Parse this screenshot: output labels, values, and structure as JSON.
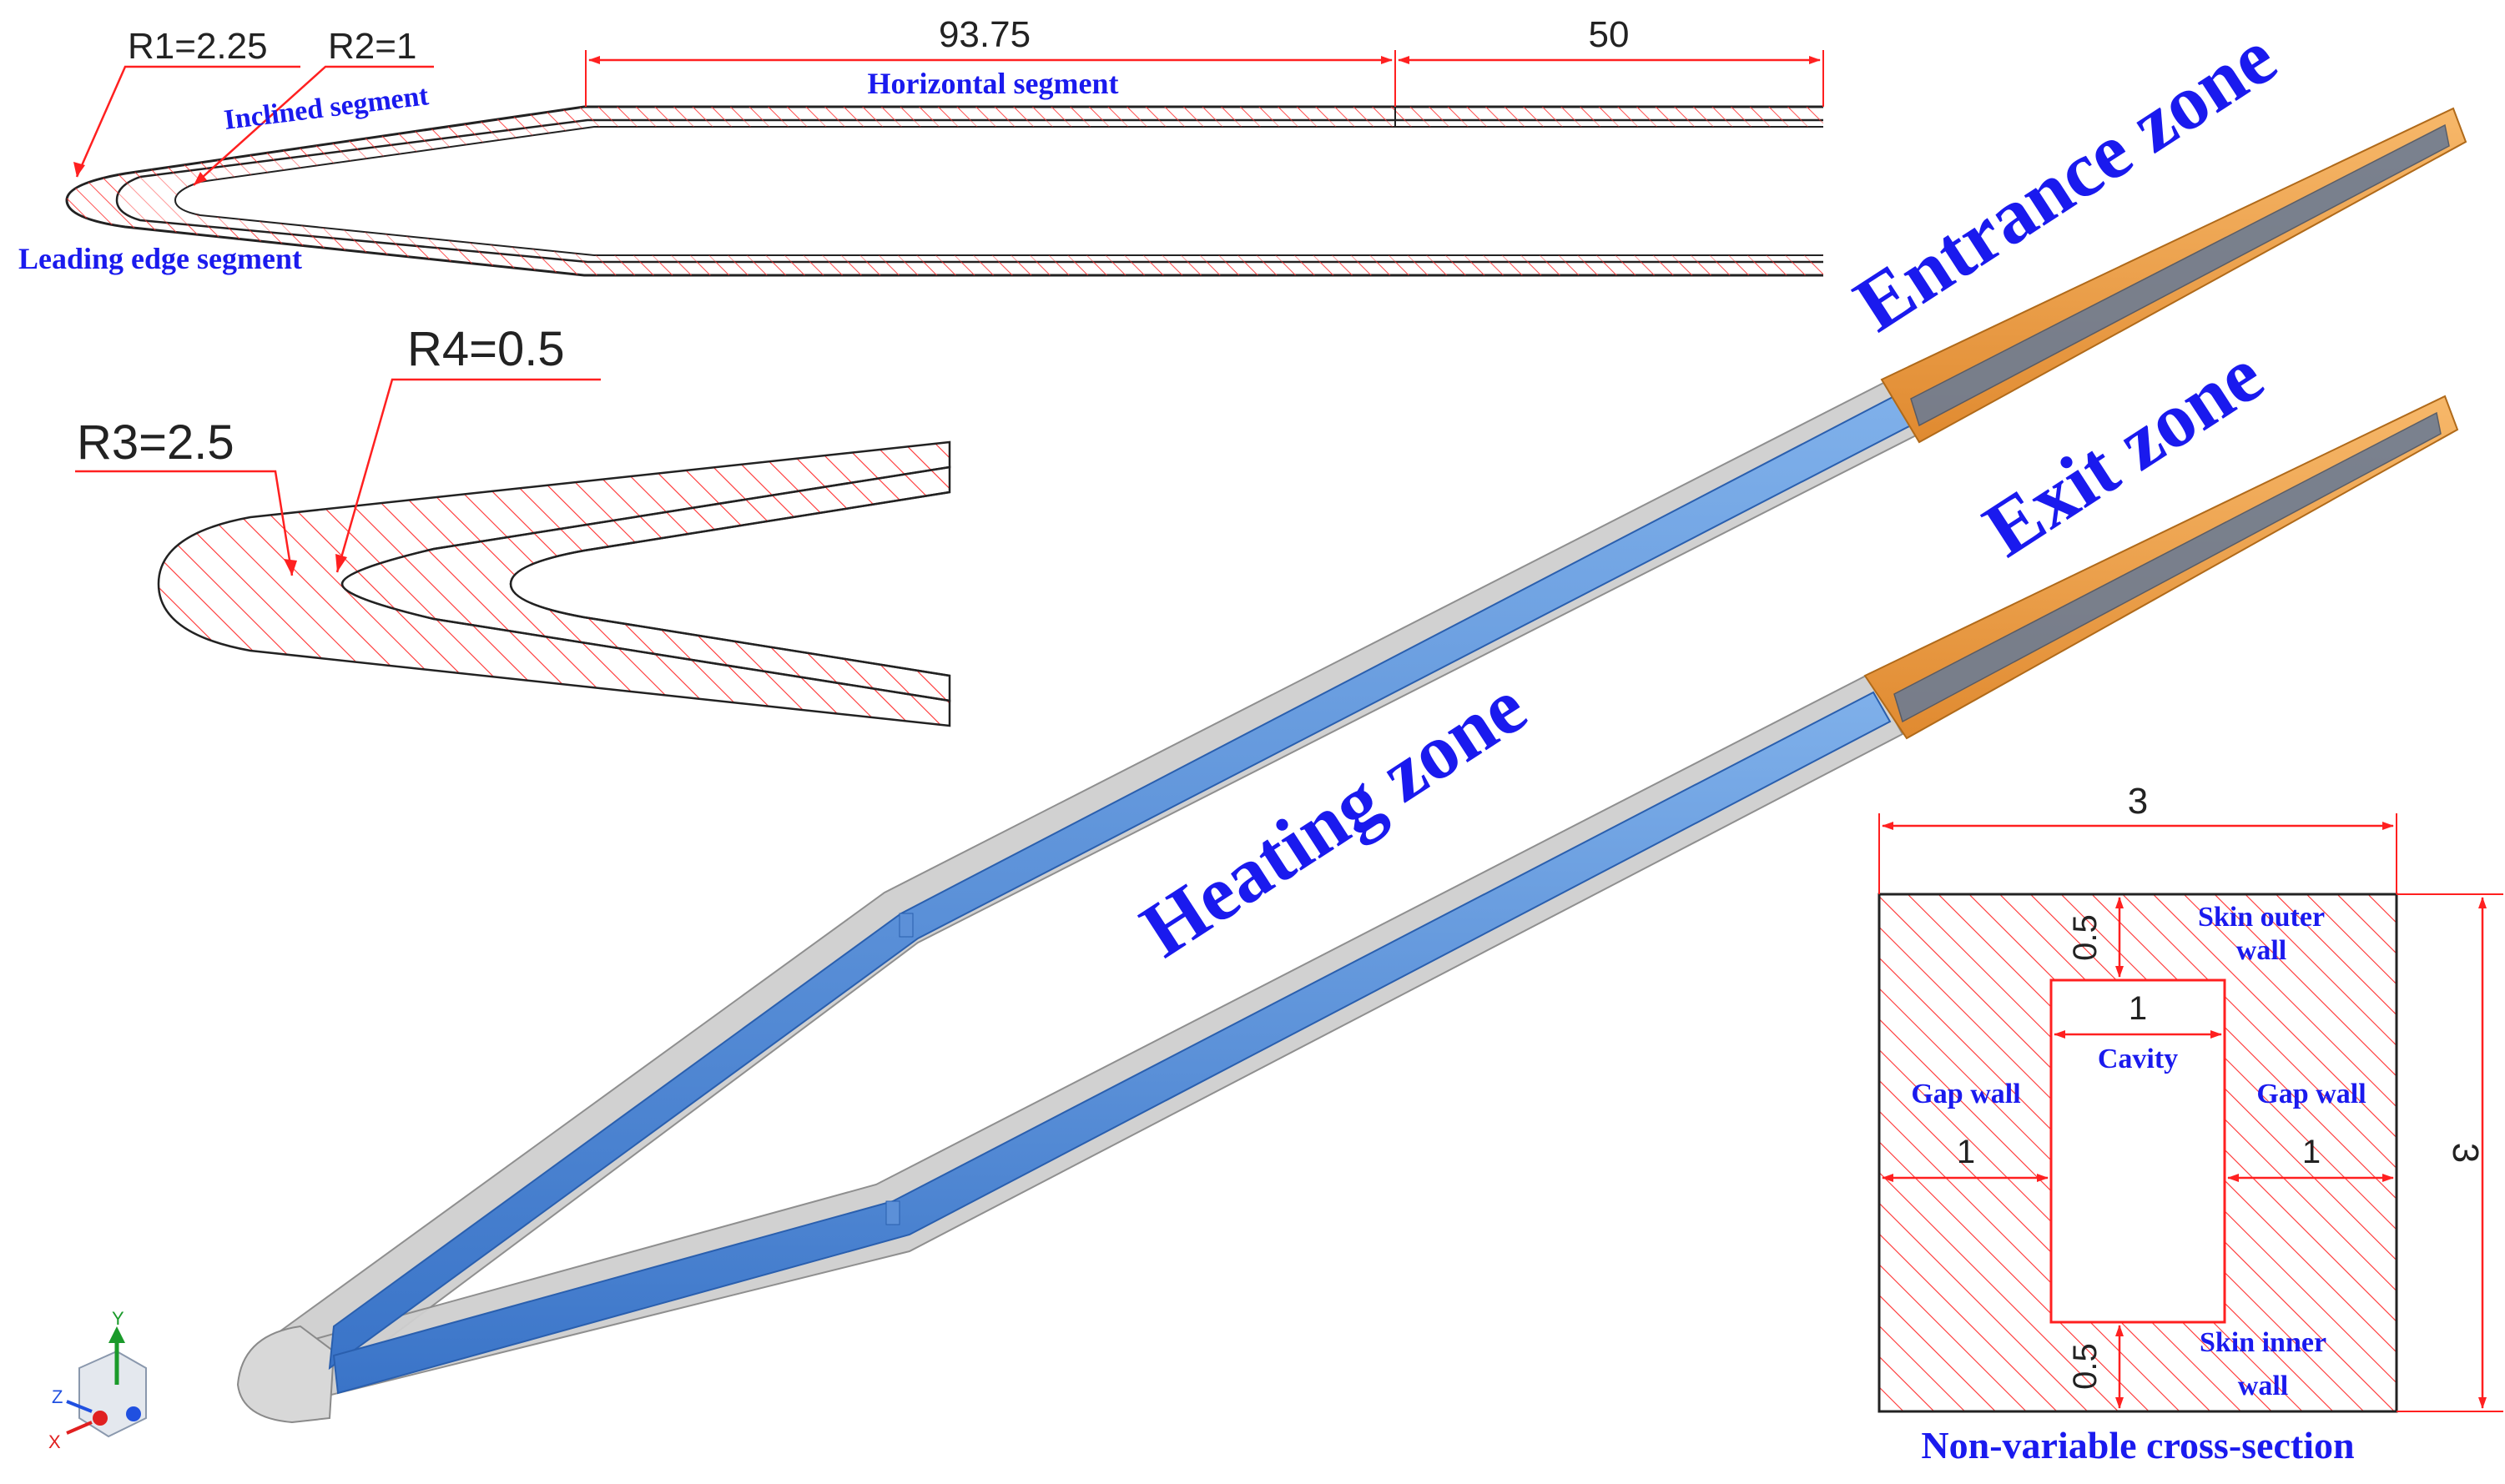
{
  "top_profile": {
    "r1_label": "R1=2.25",
    "r2_label": "R2=1",
    "horizontal_length": "93.75",
    "exit_length": "50",
    "inclined_label": "Inclined segment",
    "horizontal_label": "Horizontal segment",
    "leading_edge_label": "Leading edge segment"
  },
  "detail": {
    "r3_label": "R3=2.5",
    "r4_label": "R4=0.5"
  },
  "zones": {
    "entrance": "Entrance zone",
    "exit": "Exit zone",
    "heating": "Heating zone"
  },
  "cross_section": {
    "width": "3",
    "height": "3",
    "top_thickness": "0.5",
    "bottom_thickness": "0.5",
    "cavity_width": "1",
    "left_gap": "1",
    "right_gap": "1",
    "skin_outer_wall": [
      "Skin outer",
      "wall"
    ],
    "skin_inner_wall": [
      "Skin inner",
      "wall"
    ],
    "cavity_label": "Cavity",
    "gap_wall_left": "Gap wall",
    "gap_wall_right": "Gap wall",
    "caption": "Non-variable cross-section"
  },
  "axes_triad": {
    "y": "Y",
    "z": "Z",
    "x": "X"
  },
  "colors": {
    "dimension_red": "#ff2020",
    "label_blue": "#1a1aee",
    "channel_blue": "#3f7fd6",
    "solid_grey": "#c8c8c8",
    "extension_orange": "#f2a04a"
  }
}
